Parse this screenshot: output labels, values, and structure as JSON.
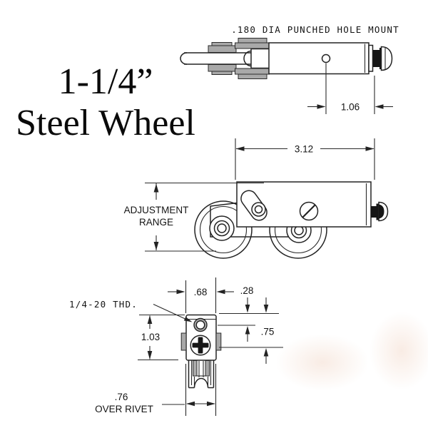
{
  "title": {
    "line1": "1-1/4”",
    "line2": "Steel Wheel"
  },
  "views": {
    "top": {
      "callout": ".180 DIA PUNCHED HOLE MOUNT",
      "dim_hole_to_end": "1.06"
    },
    "side": {
      "dim_length": "3.12",
      "adjustment_line1": "ADJUSTMENT",
      "adjustment_line2": "RANGE"
    },
    "front": {
      "thread_callout": "1/4-20 THD.",
      "dim_width": ".68",
      "dim_edge_to_hole": ".28",
      "dim_to_screw_center": ".75",
      "dim_height": "1.03",
      "dim_over_rivet_value": ".76",
      "dim_over_rivet_label": "OVER RIVET"
    }
  },
  "colors": {
    "line": "#232323",
    "gray_fill": "#a9a9a9",
    "background": "#ffffff"
  }
}
